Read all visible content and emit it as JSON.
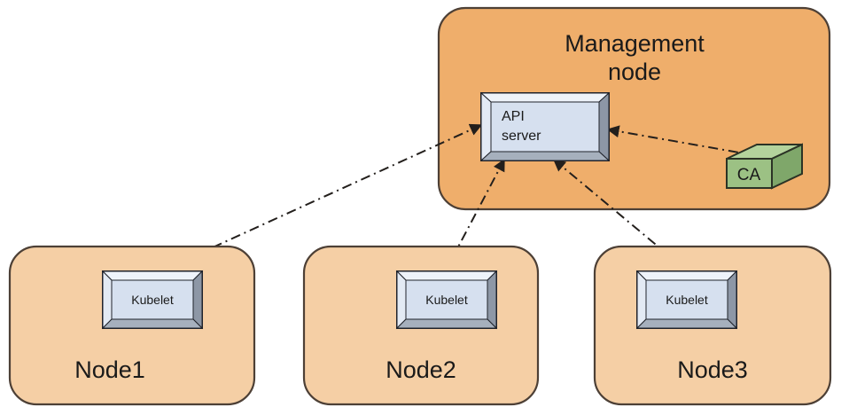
{
  "diagram": {
    "type": "architecture-diagram",
    "title_visible": false,
    "background": "#ffffff",
    "colors": {
      "management_node_fill": "#efae6b",
      "worker_node_fill": "#f5cfa5",
      "node_stroke": "#4d4036",
      "service_box_fill": "#d6e0ef",
      "service_box_bevel_light": "#eef3fa",
      "service_box_bevel_dark": "#8d97a6",
      "service_box_stroke": "#20232b",
      "ca_box_fill": "#9cc184",
      "ca_box_top": "#b4d39c",
      "ca_box_side": "#7fa76a",
      "ca_box_stroke": "#2b3325",
      "connector_stroke": "#231f1c",
      "text": "#1a1a1a"
    },
    "management_node": {
      "label_line1": "Management",
      "label_line2": "node",
      "api_server": {
        "label_line1": "API",
        "label_line2": "server"
      },
      "ca": {
        "label": "CA"
      }
    },
    "worker_nodes": [
      {
        "label": "Node1",
        "service_label": "Kubelet"
      },
      {
        "label": "Node2",
        "service_label": "Kubelet"
      },
      {
        "label": "Node3",
        "service_label": "Kubelet"
      }
    ],
    "connectors": [
      {
        "from": "api-server",
        "to": "node1-kubelet",
        "style": "dash-dot",
        "arrows": "both"
      },
      {
        "from": "api-server",
        "to": "node2-kubelet",
        "style": "dash-dot",
        "arrows": "both"
      },
      {
        "from": "api-server",
        "to": "node3-kubelet",
        "style": "dash-dot",
        "arrows": "both"
      },
      {
        "from": "api-server",
        "to": "ca",
        "style": "dash-dot",
        "arrows": "both"
      }
    ]
  }
}
